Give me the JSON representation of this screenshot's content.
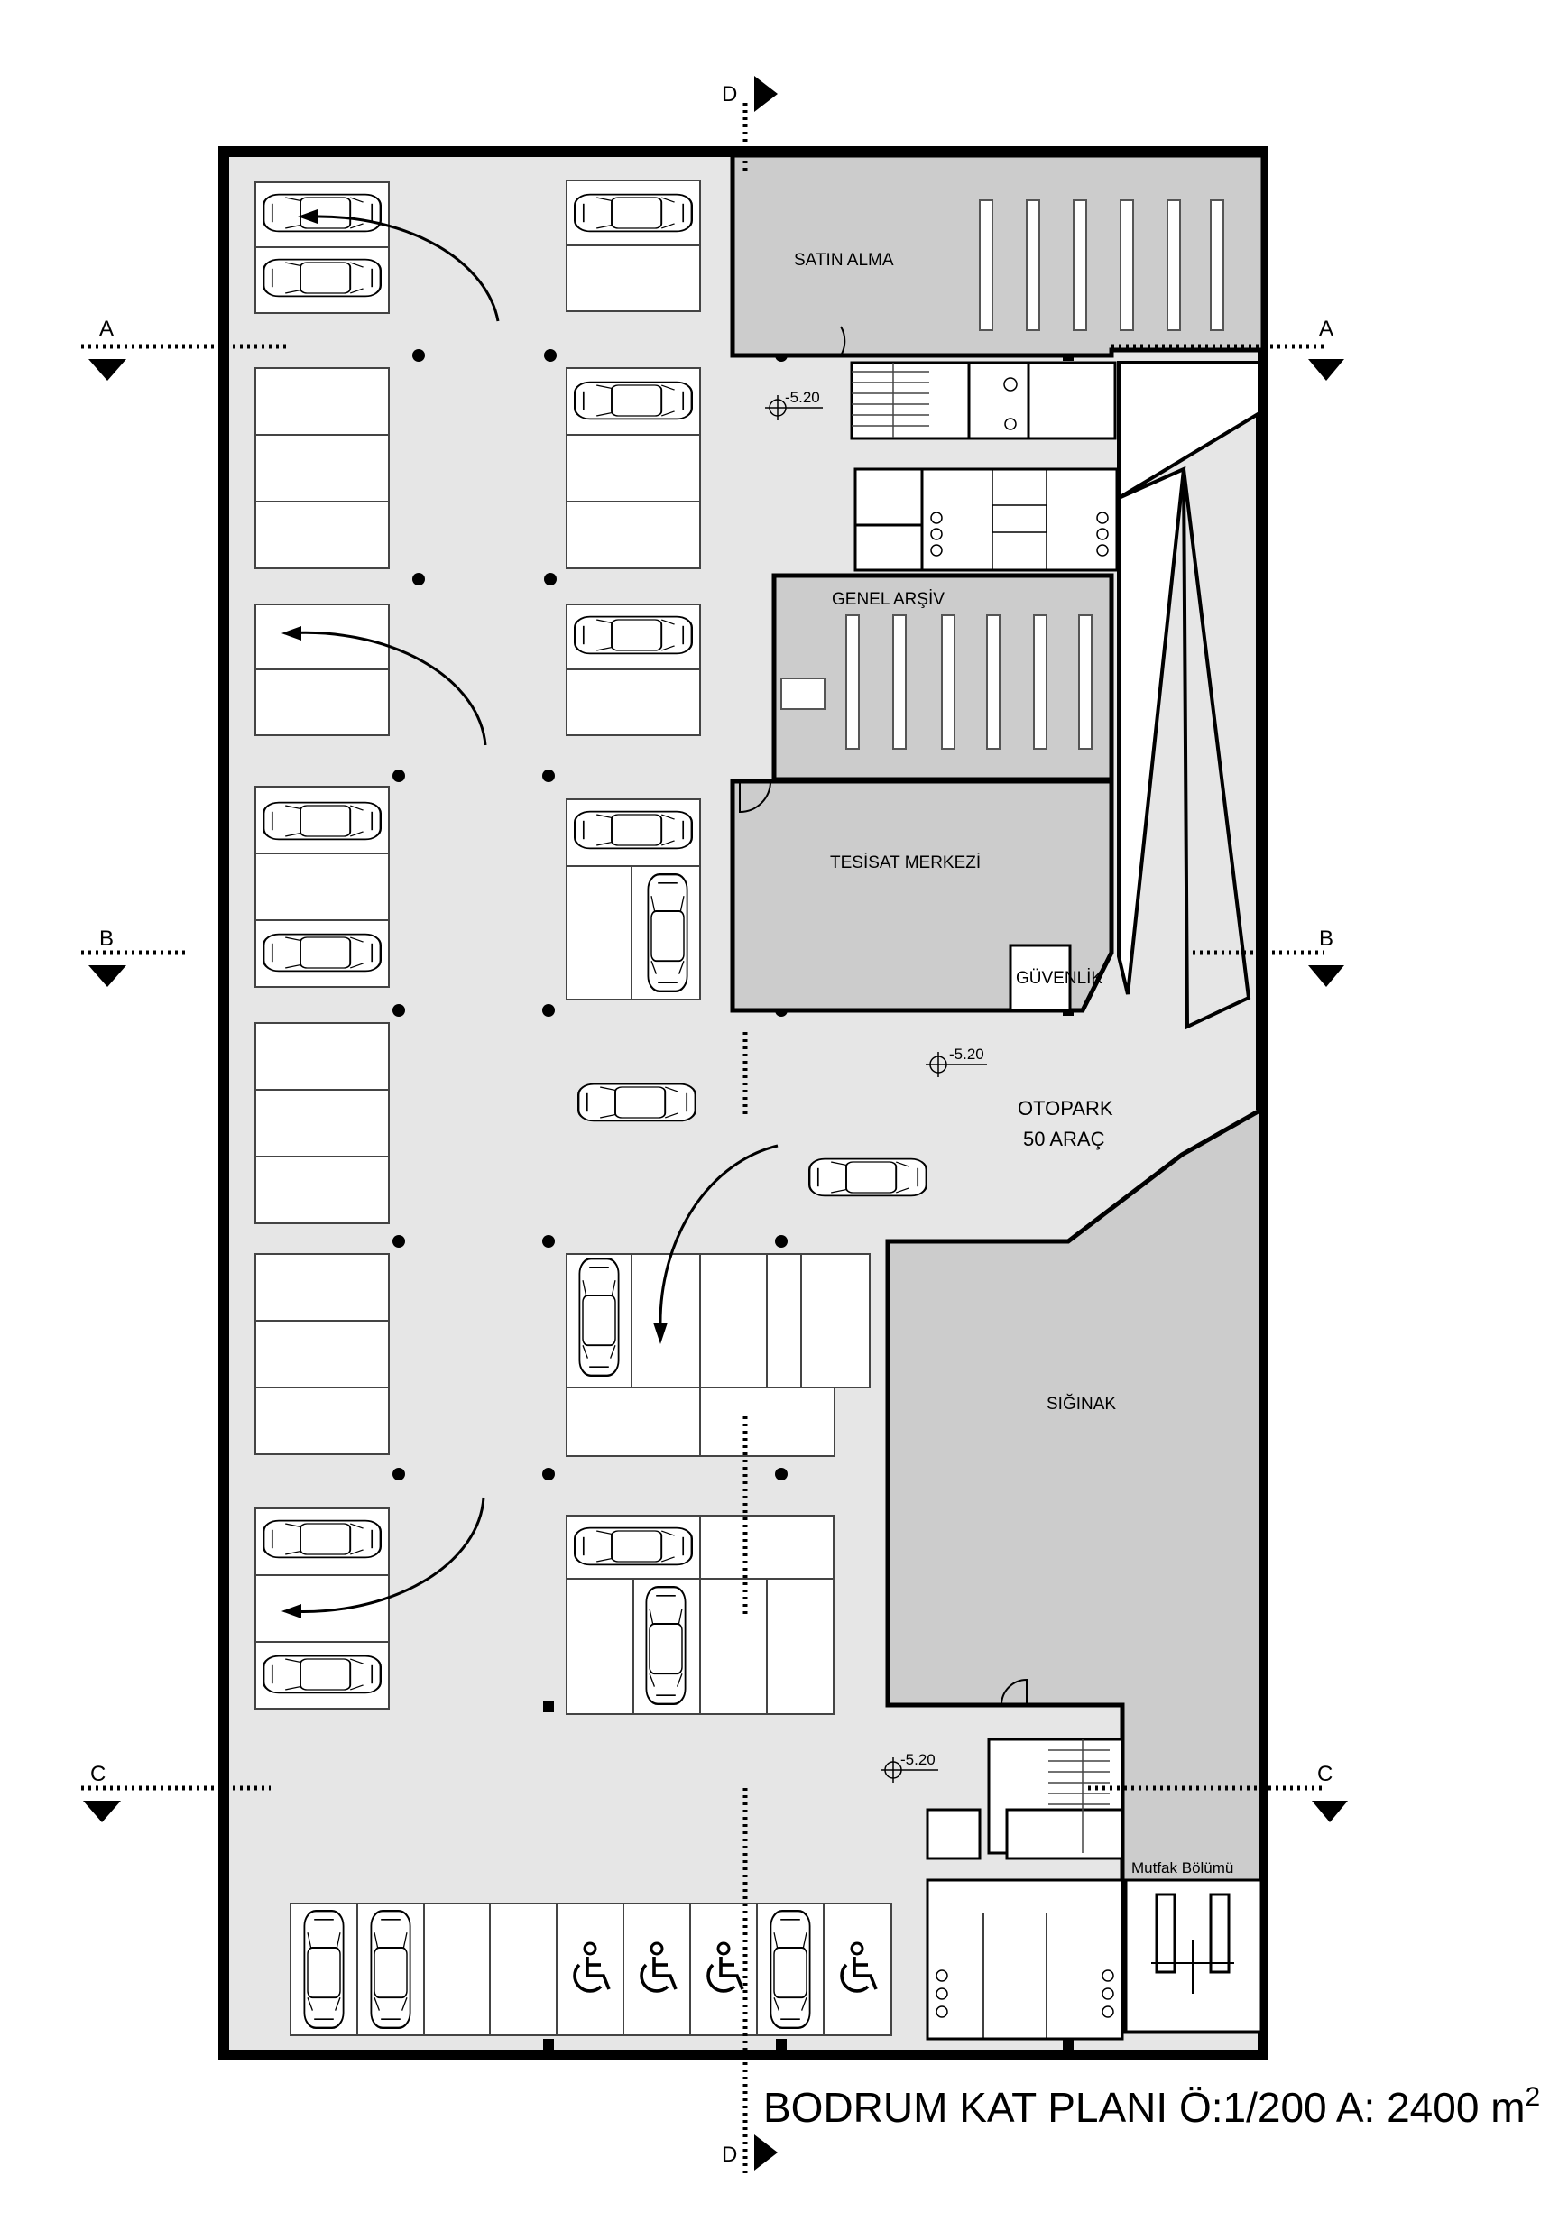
{
  "title": {
    "main": "BODRUM KAT PLANI  Ö:1/200 A: 2400 m",
    "superscript": "2"
  },
  "sections": {
    "A": "A",
    "B": "B",
    "C": "C",
    "D": "D"
  },
  "rooms": {
    "satin_alma": "SATIN ALMA",
    "genel_arsiv": "GENEL ARŞİV",
    "tesisat": "TESİSAT MERKEZİ",
    "guvenlik": "GÜVENLİK",
    "siginak": "SIĞINAK",
    "mutfak": "Mutfak Bölümü",
    "otopark_line1": "OTOPARK",
    "otopark_line2": "50 ARAÇ"
  },
  "levels": [
    "-5.20",
    "-5.20",
    "-5.20"
  ],
  "colors": {
    "floor": "#e6e6e6",
    "room": "#cccccc",
    "wall": "#000000",
    "slot": "#ffffff"
  }
}
